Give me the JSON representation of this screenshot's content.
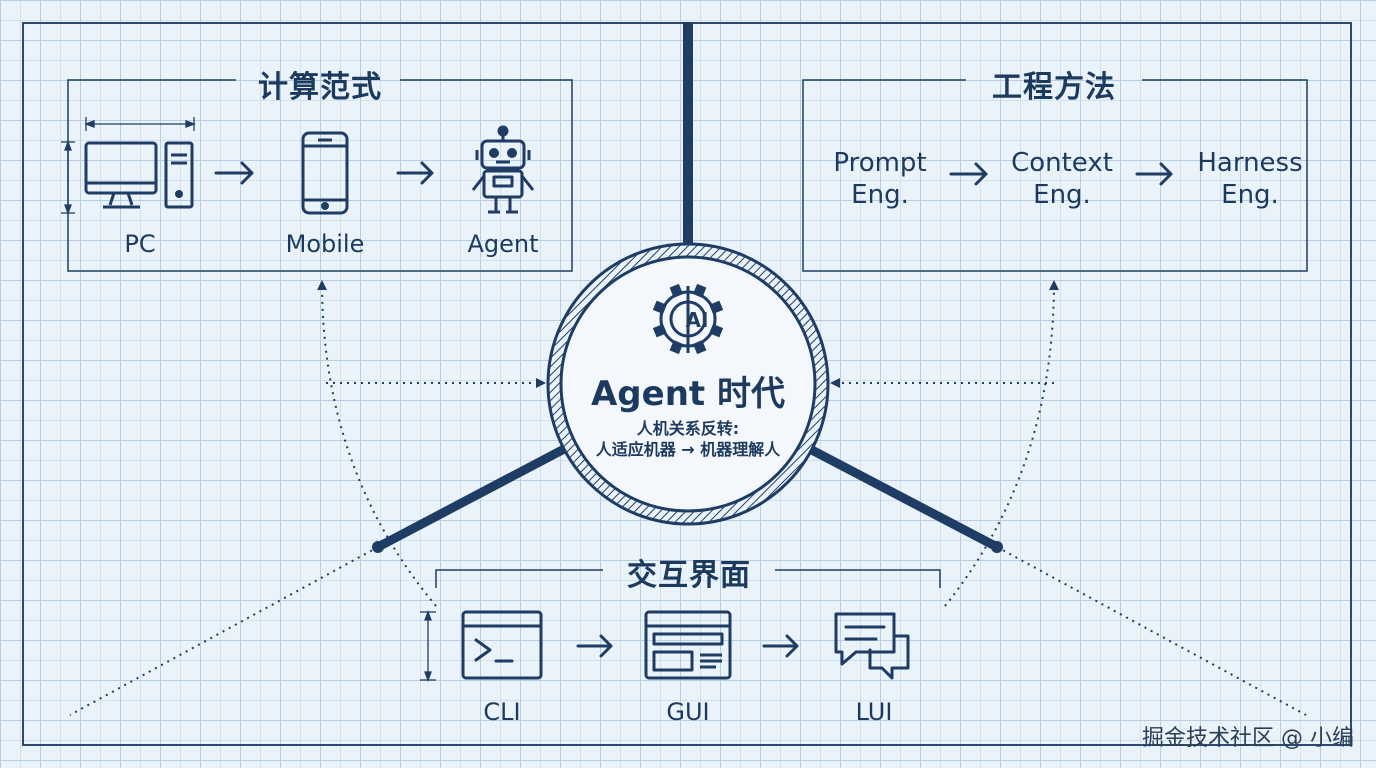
{
  "center": {
    "title": "Agent 时代",
    "subtitle": "人机关系反转:\n人适应机器 → 机器理解人",
    "icon": "ai-gear-icon"
  },
  "computing": {
    "title": "计算范式",
    "nodes": [
      {
        "label": "PC",
        "icon": "desktop-pc-icon"
      },
      {
        "label": "Mobile",
        "icon": "smartphone-icon"
      },
      {
        "label": "Agent",
        "icon": "robot-icon"
      }
    ]
  },
  "engineering": {
    "title": "工程方法",
    "nodes": [
      {
        "label": "Prompt\nEng."
      },
      {
        "label": "Context\nEng."
      },
      {
        "label": "Harness\nEng."
      }
    ]
  },
  "interface": {
    "title": "交互界面",
    "nodes": [
      {
        "label": "CLI",
        "icon": "terminal-icon"
      },
      {
        "label": "GUI",
        "icon": "window-layout-icon"
      },
      {
        "label": "LUI",
        "icon": "chat-bubbles-icon"
      }
    ]
  },
  "watermark": "掘金技术社区 @ 小编",
  "colors": {
    "background": "#eaf2fa",
    "grid": "#b9cde2",
    "ink": "#1c3a5e",
    "strong_line": "#1e3c64"
  }
}
